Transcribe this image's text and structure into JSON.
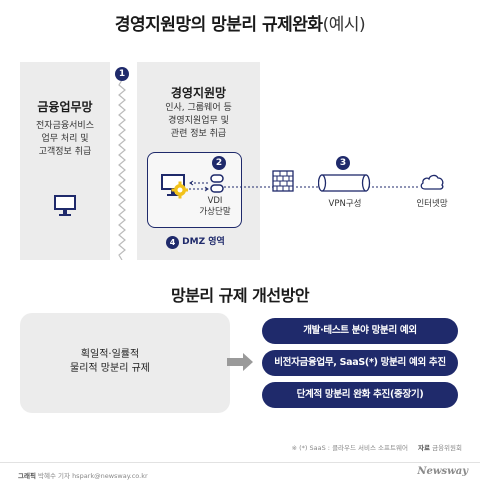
{
  "title": {
    "main": "경영지원망의 망분리 규제완화",
    "paren": "(예시)"
  },
  "diagram": {
    "left_box": {
      "title": "금융업무망",
      "desc": [
        "전자금융서비스",
        "업무 처리 및",
        "고객정보 취급"
      ]
    },
    "mid_box": {
      "title": "경영지원망",
      "desc": [
        "인사, 그룹웨어 등",
        "경영지원업무 및",
        "관련 정보 취급"
      ]
    },
    "step1": "1",
    "step2": "2",
    "step3": "3",
    "step4": "4",
    "vdi_label": [
      "VDI",
      "가상단말"
    ],
    "dmz_label": "DMZ 영역",
    "vpn_label": "VPN구성",
    "internet_label": "인터넷망"
  },
  "improve": {
    "title": "망분리 규제 개선방안",
    "current": [
      "획일적·일률적",
      "물리적 망분리 규제"
    ],
    "items": [
      "개발·테스트 분야 망분리 예외",
      "비전자금융업무, SaaS(*) 망분리 예외 추진",
      "단계적 망분리 완화 추진(중장기)"
    ]
  },
  "footnote": "※ (*) SaaS : 클라우드 서비스 소프트웨어",
  "source_label": "자료",
  "source_value": "금융위원회",
  "credit_label": "그래픽",
  "credit_value": "박혜수 기자 hspark@newsway.co.kr",
  "logo": "Newsway"
}
